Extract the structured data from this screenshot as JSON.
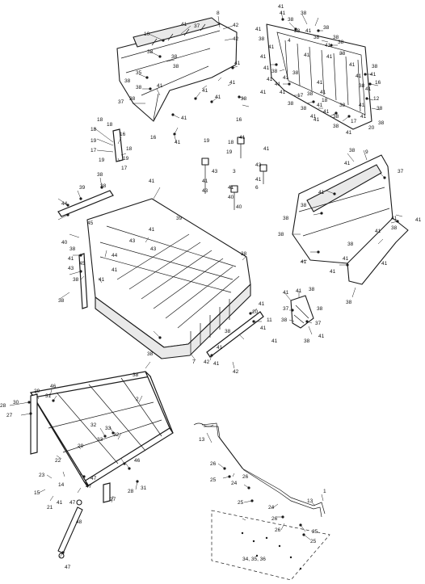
{
  "diagram": {
    "callouts": [
      {
        "id": "c1",
        "text": "41"
      },
      {
        "id": "c2",
        "text": "37"
      },
      {
        "id": "c3",
        "text": "10"
      },
      {
        "id": "c4",
        "text": "8"
      },
      {
        "id": "c5",
        "text": "42"
      },
      {
        "id": "c6",
        "text": "42"
      },
      {
        "id": "c7",
        "text": "38"
      },
      {
        "id": "c8",
        "text": "38"
      },
      {
        "id": "c9",
        "text": "35"
      },
      {
        "id": "c10",
        "text": "38"
      },
      {
        "id": "c11",
        "text": "41"
      },
      {
        "id": "c12",
        "text": "38"
      },
      {
        "id": "c13",
        "text": "38"
      },
      {
        "id": "c14",
        "text": "37"
      },
      {
        "id": "c15",
        "text": "41"
      },
      {
        "id": "c16",
        "text": "41"
      },
      {
        "id": "c17",
        "text": "41"
      },
      {
        "id": "c18",
        "text": "16"
      },
      {
        "id": "c19",
        "text": "41"
      },
      {
        "id": "c20",
        "text": "41"
      },
      {
        "id": "c21",
        "text": "41"
      },
      {
        "id": "c22",
        "text": "38"
      },
      {
        "id": "c23",
        "text": "38"
      },
      {
        "id": "c24",
        "text": "41"
      },
      {
        "id": "c25",
        "text": "38"
      },
      {
        "id": "c26",
        "text": "41"
      },
      {
        "id": "c27",
        "text": "38"
      },
      {
        "id": "c28",
        "text": "41"
      },
      {
        "id": "c29",
        "text": "38"
      },
      {
        "id": "c30",
        "text": "41"
      },
      {
        "id": "c31",
        "text": "38"
      },
      {
        "id": "c32",
        "text": "41"
      },
      {
        "id": "c33",
        "text": "38"
      },
      {
        "id": "c34",
        "text": "41"
      },
      {
        "id": "c35",
        "text": "41"
      },
      {
        "id": "c36",
        "text": "38"
      },
      {
        "id": "c37",
        "text": "41"
      },
      {
        "id": "c38",
        "text": "38"
      },
      {
        "id": "c39",
        "text": "41"
      },
      {
        "id": "c40",
        "text": "41"
      },
      {
        "id": "c41",
        "text": "41"
      },
      {
        "id": "c42",
        "text": "38"
      },
      {
        "id": "c43",
        "text": "41"
      },
      {
        "id": "c44",
        "text": "16"
      },
      {
        "id": "c45",
        "text": "41"
      },
      {
        "id": "c46",
        "text": "12"
      },
      {
        "id": "c47",
        "text": "38"
      },
      {
        "id": "c48",
        "text": "38"
      },
      {
        "id": "c49",
        "text": "20"
      },
      {
        "id": "c50",
        "text": "38"
      },
      {
        "id": "c51",
        "text": "41"
      },
      {
        "id": "c52",
        "text": "38"
      },
      {
        "id": "c53",
        "text": "41"
      },
      {
        "id": "c54",
        "text": "17"
      },
      {
        "id": "c55",
        "text": "17"
      },
      {
        "id": "c56",
        "text": "18"
      },
      {
        "id": "c57",
        "text": "18"
      },
      {
        "id": "c58",
        "text": "18"
      },
      {
        "id": "c59",
        "text": "19"
      },
      {
        "id": "c60",
        "text": "17"
      },
      {
        "id": "c61",
        "text": "16"
      },
      {
        "id": "c62",
        "text": "18"
      },
      {
        "id": "c63",
        "text": "19"
      },
      {
        "id": "c64",
        "text": "19"
      },
      {
        "id": "c65",
        "text": "17"
      },
      {
        "id": "c66",
        "text": "18"
      },
      {
        "id": "c67",
        "text": "19"
      },
      {
        "id": "c68",
        "text": "16"
      },
      {
        "id": "c69",
        "text": "18"
      },
      {
        "id": "c70",
        "text": "19"
      },
      {
        "id": "c71",
        "text": "43"
      },
      {
        "id": "c72",
        "text": "41"
      },
      {
        "id": "c73",
        "text": "43"
      },
      {
        "id": "c74",
        "text": "43"
      },
      {
        "id": "c75",
        "text": "41"
      },
      {
        "id": "c76",
        "text": "41"
      },
      {
        "id": "c77",
        "text": "3"
      },
      {
        "id": "c78",
        "text": "6"
      },
      {
        "id": "c79",
        "text": "41"
      },
      {
        "id": "c80",
        "text": "40"
      },
      {
        "id": "c81",
        "text": "40"
      },
      {
        "id": "c82",
        "text": "41"
      },
      {
        "id": "c83",
        "text": "38"
      },
      {
        "id": "c84",
        "text": "41"
      },
      {
        "id": "c85",
        "text": "39"
      },
      {
        "id": "c86",
        "text": "38"
      },
      {
        "id": "c87",
        "text": "44"
      },
      {
        "id": "c88",
        "text": "39"
      },
      {
        "id": "c89",
        "text": "40"
      },
      {
        "id": "c90",
        "text": "45"
      },
      {
        "id": "c91",
        "text": "41"
      },
      {
        "id": "c92",
        "text": "43"
      },
      {
        "id": "c93",
        "text": "43"
      },
      {
        "id": "c94",
        "text": "38"
      },
      {
        "id": "c95",
        "text": "41"
      },
      {
        "id": "c96",
        "text": "43"
      },
      {
        "id": "c97",
        "text": "44"
      },
      {
        "id": "c98",
        "text": "45"
      },
      {
        "id": "c99",
        "text": "38"
      },
      {
        "id": "c100",
        "text": "41"
      },
      {
        "id": "c101",
        "text": "41"
      },
      {
        "id": "c102",
        "text": "38"
      },
      {
        "id": "c103",
        "text": "38"
      },
      {
        "id": "c104",
        "text": "41"
      },
      {
        "id": "c105",
        "text": "20"
      },
      {
        "id": "c106",
        "text": "11"
      },
      {
        "id": "c107",
        "text": "41"
      },
      {
        "id": "c108",
        "text": "38"
      },
      {
        "id": "c109",
        "text": "41"
      },
      {
        "id": "c110",
        "text": "38"
      },
      {
        "id": "c111",
        "text": "38"
      },
      {
        "id": "c112",
        "text": "7"
      },
      {
        "id": "c113",
        "text": "42"
      },
      {
        "id": "c114",
        "text": "42"
      },
      {
        "id": "c115",
        "text": "41"
      },
      {
        "id": "c116",
        "text": "41"
      },
      {
        "id": "c117",
        "text": "41"
      },
      {
        "id": "c118",
        "text": "41"
      },
      {
        "id": "c119",
        "text": "38"
      },
      {
        "id": "c120",
        "text": "37"
      },
      {
        "id": "c121",
        "text": "38"
      },
      {
        "id": "c122",
        "text": "38"
      },
      {
        "id": "c123",
        "text": "37"
      },
      {
        "id": "c124",
        "text": "38"
      },
      {
        "id": "c125",
        "text": "41"
      },
      {
        "id": "c126",
        "text": "38"
      },
      {
        "id": "c127",
        "text": "9"
      },
      {
        "id": "c128",
        "text": "37"
      },
      {
        "id": "c129",
        "text": "41"
      },
      {
        "id": "c130",
        "text": "41"
      },
      {
        "id": "c131",
        "text": "38"
      },
      {
        "id": "c132",
        "text": "38"
      },
      {
        "id": "c133",
        "text": "38"
      },
      {
        "id": "c134",
        "text": "41"
      },
      {
        "id": "c135",
        "text": "41"
      },
      {
        "id": "c136",
        "text": "38"
      },
      {
        "id": "c137",
        "text": "41"
      },
      {
        "id": "c138",
        "text": "41"
      },
      {
        "id": "c139",
        "text": "38"
      },
      {
        "id": "c140",
        "text": "41"
      },
      {
        "id": "c141",
        "text": "41"
      },
      {
        "id": "c142",
        "text": "41"
      },
      {
        "id": "c143",
        "text": "38"
      },
      {
        "id": "c144",
        "text": "38"
      },
      {
        "id": "c145",
        "text": "41"
      },
      {
        "id": "c146",
        "text": "38"
      },
      {
        "id": "c147",
        "text": "41"
      },
      {
        "id": "c148",
        "text": "38"
      },
      {
        "id": "c149",
        "text": "38"
      },
      {
        "id": "c150",
        "text": "38"
      },
      {
        "id": "c151",
        "text": "41"
      },
      {
        "id": "c152",
        "text": "41"
      },
      {
        "id": "c153",
        "text": "38"
      },
      {
        "id": "c154",
        "text": "41"
      },
      {
        "id": "c155",
        "text": "41"
      },
      {
        "id": "c156",
        "text": "4"
      },
      {
        "id": "c157",
        "text": "41"
      },
      {
        "id": "c158",
        "text": "38"
      },
      {
        "id": "c159",
        "text": "41"
      },
      {
        "id": "c160",
        "text": "41"
      },
      {
        "id": "c161",
        "text": "41"
      },
      {
        "id": "c162",
        "text": "38"
      },
      {
        "id": "c163",
        "text": "41"
      },
      {
        "id": "c164",
        "text": "41"
      },
      {
        "id": "c165",
        "text": "38"
      },
      {
        "id": "c166",
        "text": "41"
      },
      {
        "id": "c167",
        "text": "28"
      },
      {
        "id": "c168",
        "text": "30"
      },
      {
        "id": "c169",
        "text": "29"
      },
      {
        "id": "c170",
        "text": "46"
      },
      {
        "id": "c171",
        "text": "31"
      },
      {
        "id": "c172",
        "text": "27"
      },
      {
        "id": "c173",
        "text": "2"
      },
      {
        "id": "c174",
        "text": "32"
      },
      {
        "id": "c175",
        "text": "33"
      },
      {
        "id": "c176",
        "text": "32"
      },
      {
        "id": "c177",
        "text": "29"
      },
      {
        "id": "c178",
        "text": "33"
      },
      {
        "id": "c179",
        "text": "22"
      },
      {
        "id": "c180",
        "text": "23"
      },
      {
        "id": "c181",
        "text": "14"
      },
      {
        "id": "c182",
        "text": "15"
      },
      {
        "id": "c183",
        "text": "21"
      },
      {
        "id": "c184",
        "text": "41"
      },
      {
        "id": "c185",
        "text": "47"
      },
      {
        "id": "c186",
        "text": "47"
      },
      {
        "id": "c187",
        "text": "28"
      },
      {
        "id": "c188",
        "text": "27"
      },
      {
        "id": "c189",
        "text": "46"
      },
      {
        "id": "c190",
        "text": "31"
      },
      {
        "id": "c191",
        "text": "48"
      },
      {
        "id": "c192",
        "text": "47"
      },
      {
        "id": "c193",
        "text": "47"
      },
      {
        "id": "c194",
        "text": "13"
      },
      {
        "id": "c195",
        "text": "26"
      },
      {
        "id": "c196",
        "text": "25"
      },
      {
        "id": "c197",
        "text": "24"
      },
      {
        "id": "c198",
        "text": "26"
      },
      {
        "id": "c199",
        "text": "25"
      },
      {
        "id": "c200",
        "text": "24"
      },
      {
        "id": "c201",
        "text": "26"
      },
      {
        "id": "c202",
        "text": "25"
      },
      {
        "id": "c203",
        "text": "26"
      },
      {
        "id": "c204",
        "text": "25"
      },
      {
        "id": "c205",
        "text": "13"
      },
      {
        "id": "c206",
        "text": "1"
      },
      {
        "id": "c207",
        "text": "34, 35, 36"
      }
    ]
  }
}
